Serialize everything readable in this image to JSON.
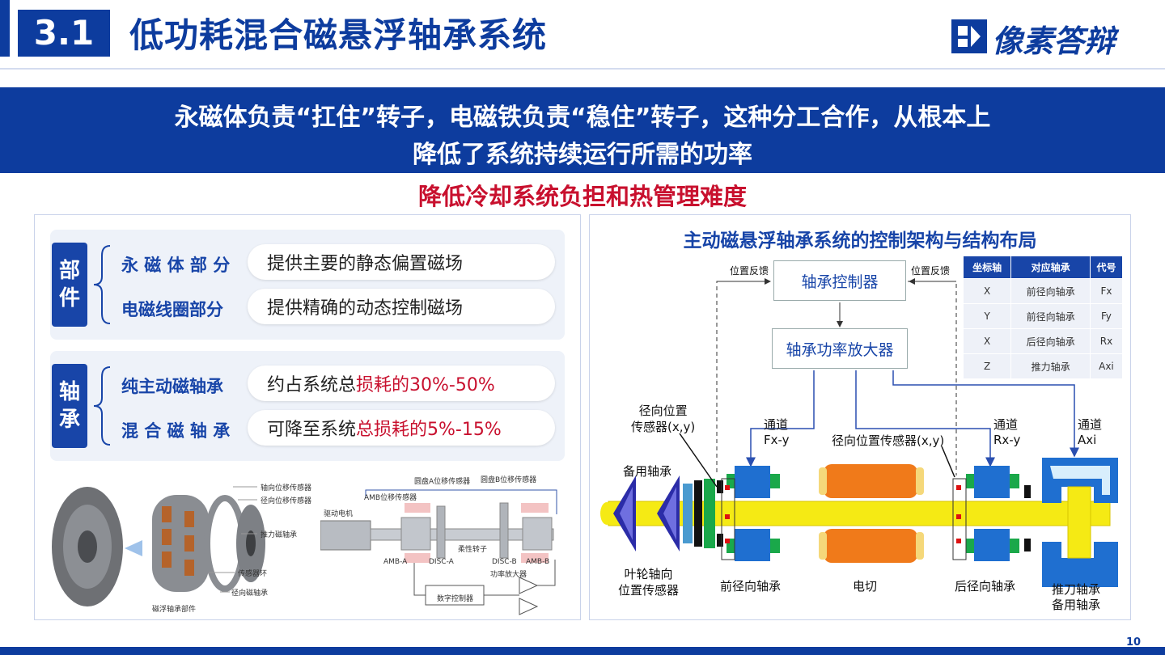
{
  "header": {
    "section": "3.1",
    "title": "低功耗混合磁悬浮轴承系统",
    "logo_text": "像素答辩"
  },
  "banner": {
    "line1": "永磁体负责“扛住”转子，电磁铁负责“稳住”转子，这种分工合作，从根本上",
    "line2": "降低了系统持续运行所需的功率"
  },
  "subheadline": "降低冷却系统负担和热管理难度",
  "left": {
    "group1": {
      "category": "部件",
      "rows": [
        {
          "label": "永 磁 体 部 分",
          "desc": "提供主要的静态偏置磁场"
        },
        {
          "label": "电磁线圈部分",
          "desc": "提供精确的动态控制磁场"
        }
      ]
    },
    "group2": {
      "category": "轴承",
      "rows": [
        {
          "label": "纯主动磁轴承",
          "desc_plain": "约占系统总",
          "desc_red": "损耗的30%-50%"
        },
        {
          "label": "混 合 磁 轴 承",
          "desc_plain": "可降至系统",
          "desc_red": "总损耗的5%-15%"
        }
      ]
    },
    "figure": {
      "parts": [
        "轴向位移传感器",
        "径向位移传感器",
        "推力磁轴承",
        "传感器环",
        "径向磁轴承"
      ],
      "caption": "磁浮轴承部件",
      "schematic": {
        "labels": [
          "圆盘A位移传感器",
          "圆盘B位移传感器",
          "AMB位移传感器",
          "驱动电机",
          "柔性转子",
          "AMB-A",
          "DISC-A",
          "DISC-B",
          "AMB-B",
          "功率放大器",
          "数字控制器"
        ]
      }
    }
  },
  "right": {
    "title": "主动磁悬浮轴承系统的控制架构与结构布局",
    "controller": "轴承控制器",
    "amplifier": "轴承功率放大器",
    "feedback_left": "位置反馈",
    "feedback_right": "位置反馈",
    "table": {
      "headers": [
        "坐标轴",
        "对应轴承",
        "代号"
      ],
      "rows": [
        [
          "X",
          "前径向轴承",
          "Fx"
        ],
        [
          "Y",
          "前径向轴承",
          "Fy"
        ],
        [
          "X",
          "后径向轴承",
          "Rx"
        ],
        [
          "Z",
          "推力轴承",
          "Axi"
        ]
      ]
    },
    "labels": {
      "radial_sensor_left": [
        "径向位置",
        "传感器(x,y)"
      ],
      "ch_fx": [
        "通道",
        "Fx-y"
      ],
      "radial_sensor_mid": "径向位置传感器(x,y)",
      "ch_rx": [
        "通道",
        "Rx-y"
      ],
      "ch_axi": [
        "通道",
        "Axi"
      ],
      "backup_bearing": "备用轴承",
      "impeller_sensor": [
        "叶轮轴向",
        "位置传感器"
      ],
      "front_radial": "前径向轴承",
      "motor": "电切",
      "rear_radial": "后径向轴承",
      "thrust": [
        "推刀轴承",
        "备用轴承"
      ]
    }
  },
  "page_number": "10",
  "colors": {
    "brand": "#0d3c9e",
    "accent_red": "#c8102e",
    "shaft": "#f5ea14",
    "magnet_blue": "#1f6fd0",
    "motor_orange": "#f07a1a"
  }
}
